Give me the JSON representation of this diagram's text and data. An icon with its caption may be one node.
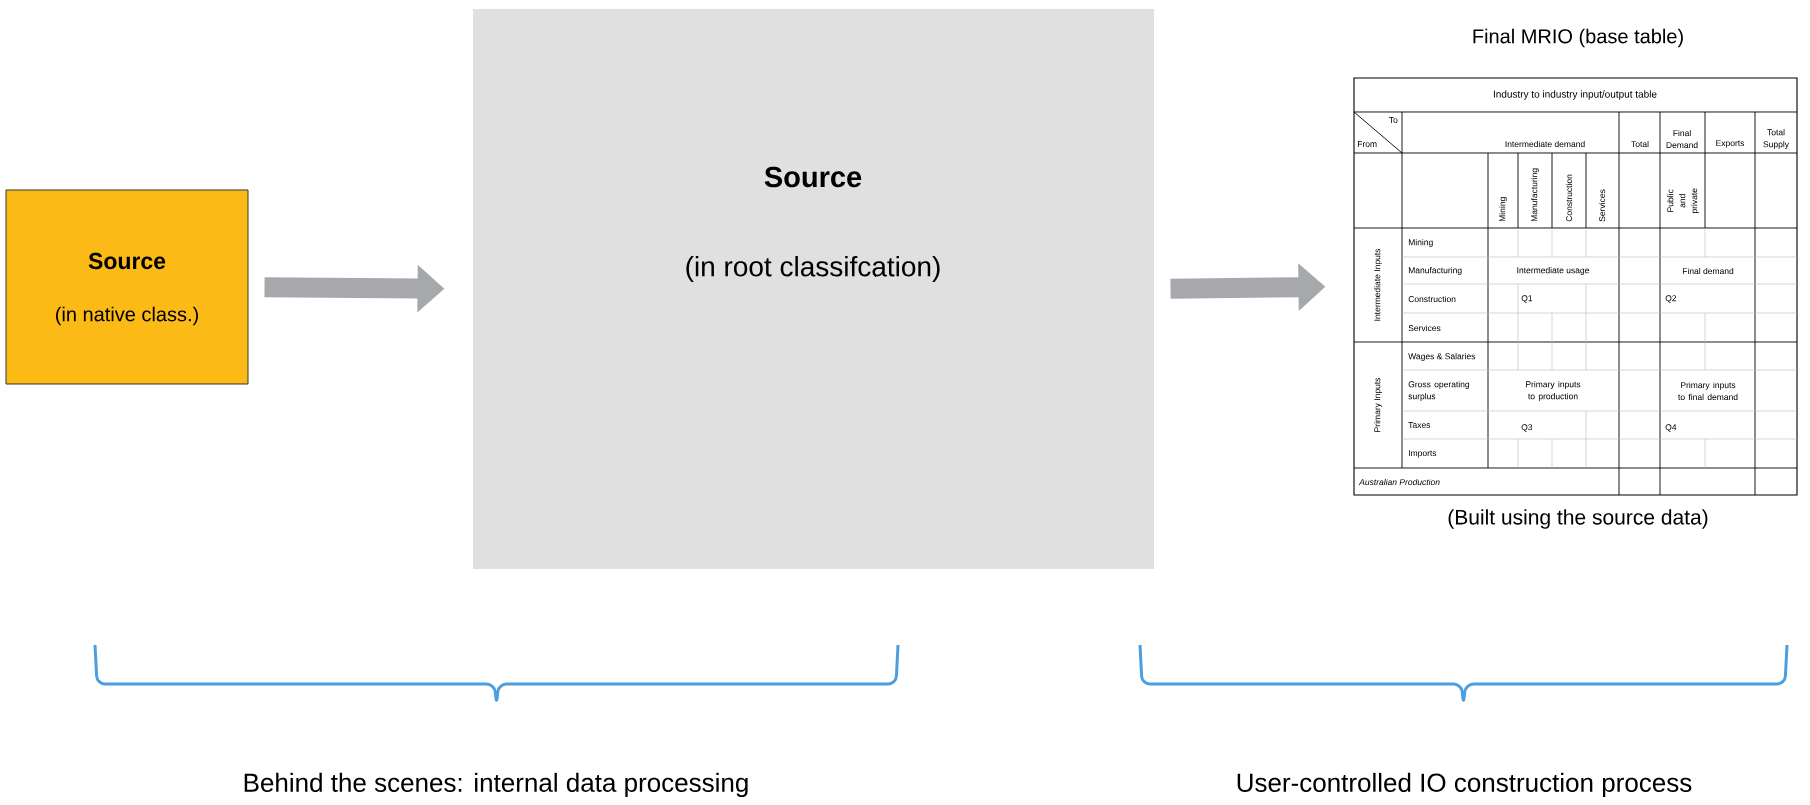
{
  "diagram": {
    "nodes": [
      {
        "text": [
          "Source",
          "(in native class.)"
        ]
      },
      {
        "text": [
          "Source",
          "(in root classifcation)"
        ]
      },
      {
        "text": [
          "Final MRIO (base table)"
        ],
        "beside": [
          "(Built using the source data)"
        ]
      }
    ],
    "edges": [
      {
        "from": 0,
        "to": 1,
        "arrow": "to"
      },
      {
        "from": 1,
        "to": 2,
        "arrow": "to"
      }
    ],
    "labels": [
      "Industry to industry input/output table",
      "To",
      "From",
      "Intermediate demand",
      "Total",
      "Final Demand",
      "Exports",
      "Total Supply",
      "Mining",
      "Manufacturing",
      "Construction",
      "Services",
      "Public and private",
      "Intermediate Inputs",
      "Mining",
      "Manufacturing",
      "Intermediate usage",
      "Final demand",
      "Construction",
      "Q1",
      "Q2",
      "Services",
      "Primary Inputs",
      "Wages & Salaries",
      "Gross operating surplus",
      "Primary inputs to production",
      "Primary inputs to final demand",
      "Taxes",
      "Q3",
      "Q4",
      "Imports",
      "Australian Production",
      "Behind the scenes: internal data processing",
      "User-controlled IO construction process"
    ]
  }
}
